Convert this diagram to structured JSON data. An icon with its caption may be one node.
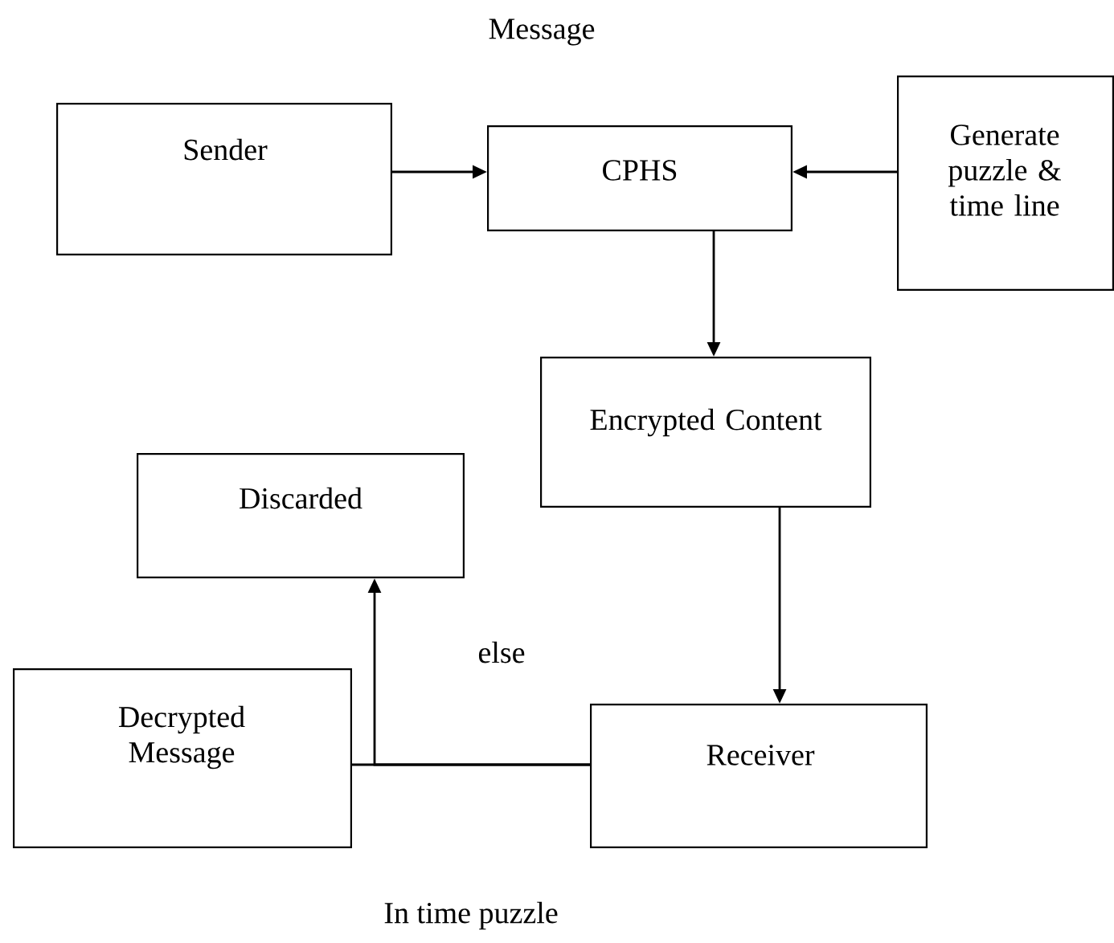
{
  "diagram": {
    "nodes": [
      {
        "text": [
          "Sender"
        ]
      },
      {
        "text": [
          "CPHS"
        ]
      },
      {
        "text": [
          "Generate puzzle & time line"
        ]
      },
      {
        "text": [
          "Encrypted Content"
        ]
      },
      {
        "text": [
          "Discarded"
        ]
      },
      {
        "text": [
          "Decrypted Message"
        ]
      },
      {
        "text": [
          "Receiver"
        ]
      }
    ],
    "edges": [
      {
        "from": 0,
        "to": 1,
        "arrow": "to",
        "label": "Message"
      },
      {
        "from": 2,
        "to": 1,
        "arrow": "to"
      },
      {
        "from": 1,
        "to": 3,
        "arrow": "to"
      },
      {
        "from": 3,
        "to": 6,
        "arrow": "to"
      },
      {
        "from": 6,
        "to": 5,
        "arrow": "none",
        "label": "In time puzzle"
      },
      {
        "from": 6,
        "to": 4,
        "arrow": "to",
        "label": "else"
      }
    ]
  }
}
